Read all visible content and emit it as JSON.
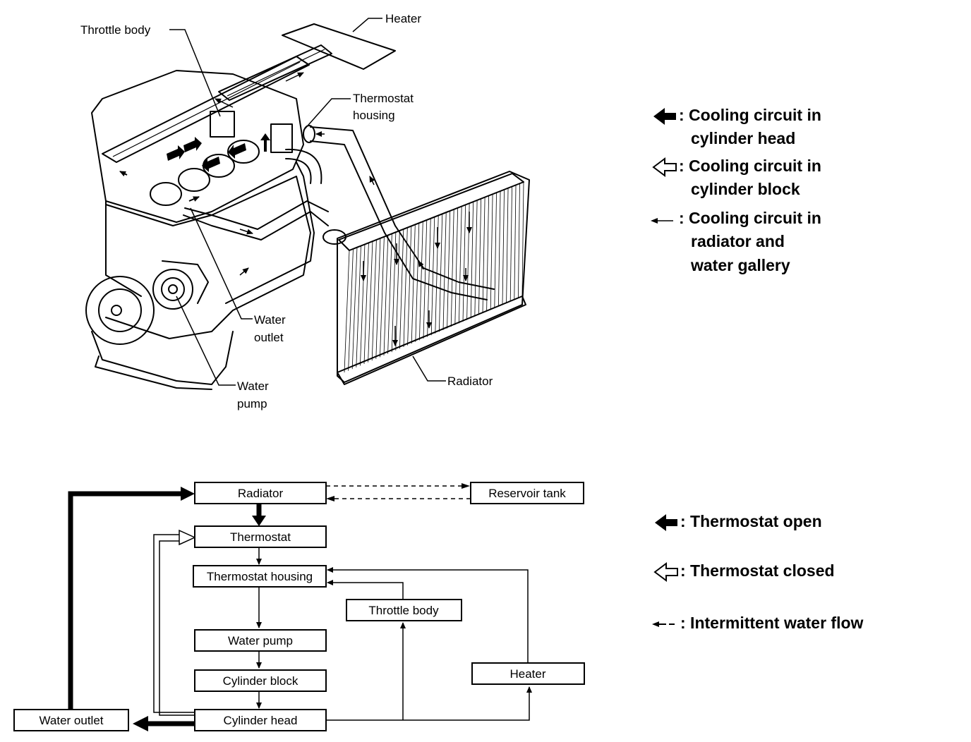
{
  "illustration": {
    "labels": {
      "heater": "Heater",
      "throttle_body": "Throttle body",
      "thermostat_housing_line1": "Thermostat",
      "thermostat_housing_line2": "housing",
      "water_outlet_line1": "Water",
      "water_outlet_line2": "outlet",
      "water_pump_line1": "Water",
      "water_pump_line2": "pump",
      "radiator": "Radiator"
    }
  },
  "legend_top": [
    {
      "icon": "solid-arrow-icon",
      "line1": ": Cooling circuit in",
      "line2": "cylinder head",
      "line3": ""
    },
    {
      "icon": "hollow-arrow-icon",
      "line1": ": Cooling circuit in",
      "line2": "cylinder block",
      "line3": ""
    },
    {
      "icon": "thin-arrow-icon",
      "line1": ": Cooling circuit in",
      "line2": "radiator and",
      "line3": "water gallery"
    }
  ],
  "flow": {
    "boxes": {
      "radiator": "Radiator",
      "reservoir_tank": "Reservoir tank",
      "thermostat": "Thermostat",
      "thermostat_housing": "Thermostat housing",
      "throttle_body": "Throttle body",
      "water_pump": "Water pump",
      "cylinder_block": "Cylinder block",
      "heater": "Heater",
      "water_outlet": "Water outlet",
      "cylinder_head": "Cylinder head"
    }
  },
  "legend_bottom": [
    {
      "icon": "solid-arrow-icon",
      "text": ": Thermostat open"
    },
    {
      "icon": "hollow-arrow-icon",
      "text": ": Thermostat closed"
    },
    {
      "icon": "dashed-arrow-icon",
      "text": ": Intermittent water flow"
    }
  ]
}
